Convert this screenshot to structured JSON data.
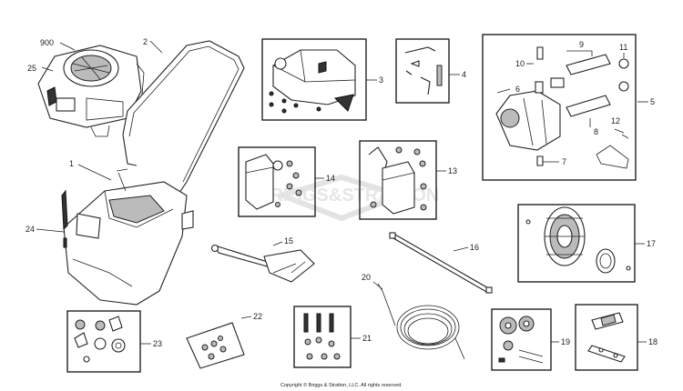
{
  "callouts": {
    "c900": "900",
    "c25": "25",
    "c2": "2",
    "c3": "3",
    "c4": "4",
    "c5": "5",
    "c6": "6",
    "c7": "7",
    "c8": "8",
    "c9": "9",
    "c10": "10",
    "c11": "11",
    "c12": "12",
    "c13": "13",
    "c14": "14",
    "c1": "1",
    "c24": "24",
    "c15": "15",
    "c16": "16",
    "c17": "17",
    "c18": "18",
    "c19": "19",
    "c20": "20",
    "c21": "21",
    "c22": "22",
    "c23": "23"
  },
  "watermark": "BRIGGS&STRATTON",
  "copyright": "Copyright © Briggs & Stratton, LLC. All rights reserved."
}
